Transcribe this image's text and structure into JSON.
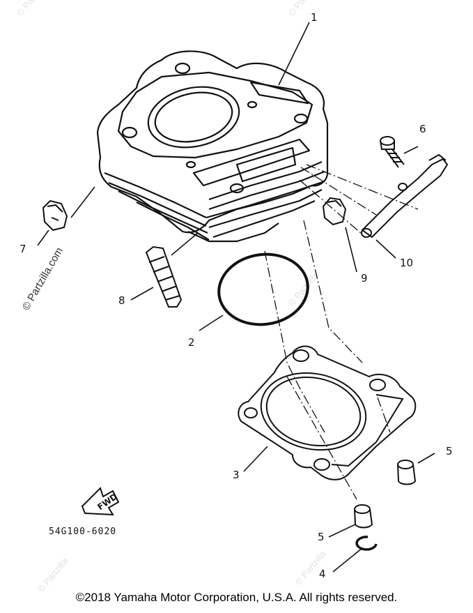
{
  "diagram": {
    "callouts": {
      "c1": "1",
      "c2": "2",
      "c3": "3",
      "c4": "4",
      "c5a": "5",
      "c5b": "5",
      "c6": "6",
      "c7": "7",
      "c8": "8",
      "c9": "9",
      "c10": "10"
    },
    "fwd_label": "FWD",
    "part_code": "54G100-6020",
    "watermark": "© Partzilla.com"
  },
  "footer": {
    "copyright": "©2018 Yamaha Motor Corporation, U.S.A. All rights reserved."
  }
}
